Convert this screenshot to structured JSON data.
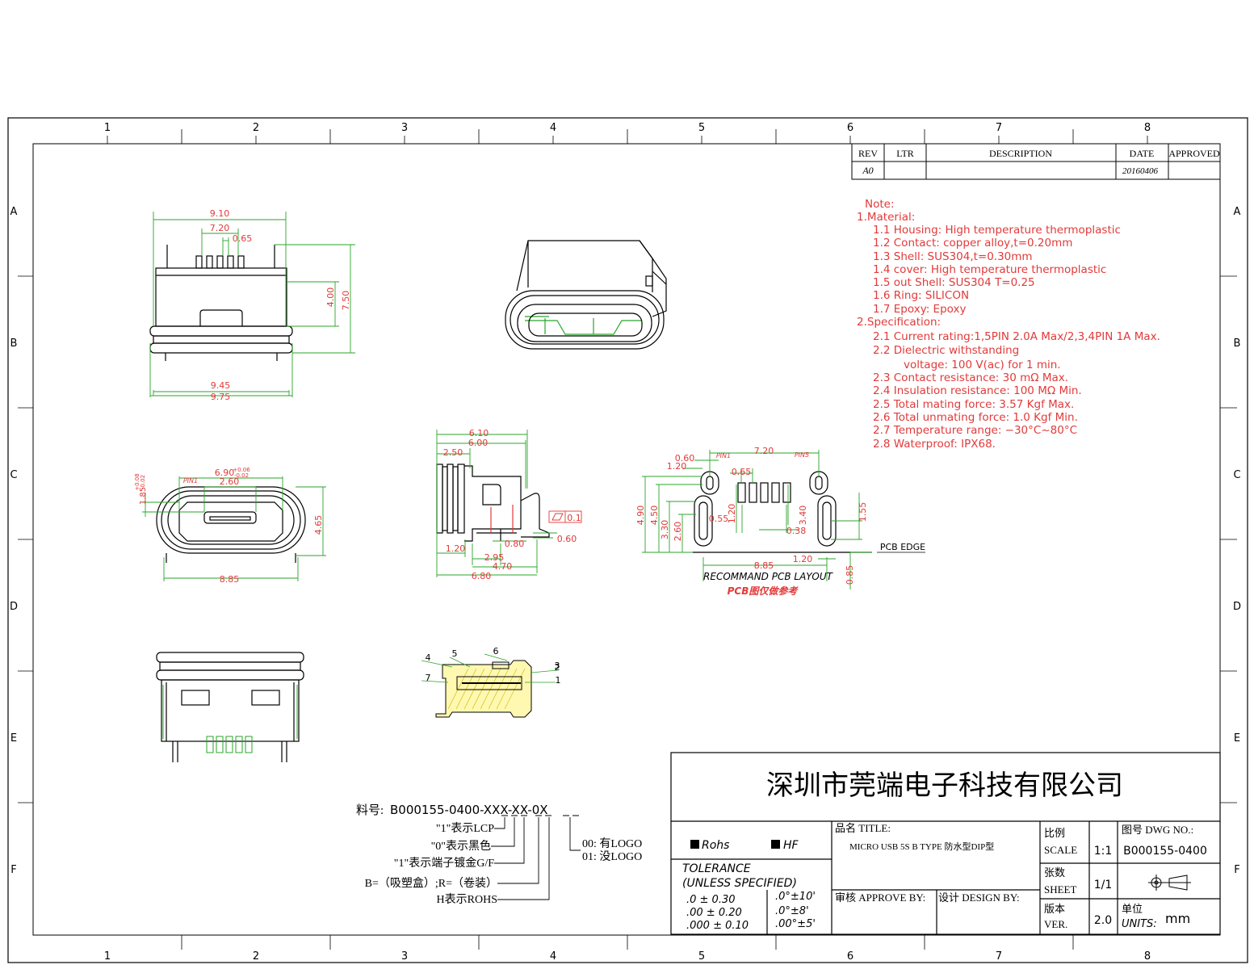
{
  "frame": {
    "cols": [
      "1",
      "2",
      "3",
      "4",
      "5",
      "6",
      "7",
      "8"
    ],
    "rows": [
      "A",
      "B",
      "C",
      "D",
      "E",
      "F"
    ]
  },
  "revision": {
    "headers": [
      "REV",
      "LTR",
      "DESCRIPTION",
      "DATE",
      "APPROVED"
    ],
    "row": [
      "A0",
      "",
      "",
      "20160406",
      ""
    ]
  },
  "notes": [
    "Note:",
    "1.Material:",
    "1.1  Housing:  High  temperature  thermoplastic",
    "1.2  Contact:  copper  alloy,t=0.20mm",
    "1.3  Shell:  SUS304,t=0.30mm",
    "1.4  cover:  High  temperature  thermoplastic",
    "1.5  out  Shell:  SUS304  T=0.25",
    "1.6  Ring:  SILICON",
    "1.7  Epoxy:  Epoxy",
    "2.Specification:",
    "2.1  Current  rating:1,5PIN  2.0A  Max/2,3,4PIN  1A  Max.",
    "2.2  Dielectric  withstanding",
    "voltage:  100  V(ac)  for  1  min.",
    "2.3  Contact  resistance:  30  mΩ  Max.",
    "2.4  Insulation  resistance:  100  MΩ  Min.",
    "2.5  Total  mating  force:  3.57  Kgf  Max.",
    "2.6  Total  unmating  force:  1.0  Kgf  Min.",
    "2.7  Temperature  range:  −30°C~80°C",
    "2.8  Waterproof:  IPX68."
  ],
  "dims": {
    "top": [
      "9.10",
      "7.20",
      "0.65",
      "4.00",
      "7.50",
      "9.45",
      "9.75"
    ],
    "front": [
      "PIN1",
      "6.90",
      "+0.06",
      "-0.02",
      "2.60",
      "1.85",
      "+0.08",
      "-0.02",
      "4.65",
      "8.85"
    ],
    "side": [
      "6.10",
      "6.00",
      "2.50",
      "0.1",
      "0.80",
      "0.60",
      "1.20",
      "2.95",
      "4.70",
      "6.80"
    ],
    "pcb": [
      "0.60",
      "1.20",
      "PIN1",
      "7.20",
      "PIN5",
      "0.65",
      "4.90",
      "4.50",
      "3.30",
      "2.60",
      "0.55",
      "1.20",
      "3.40",
      "0.38",
      "1.55",
      "8.85",
      "1.20",
      "0.85",
      "PCB EDGE",
      "RECOMMAND PCB LAYOUT",
      "PCB图仅做参考"
    ],
    "section": [
      "1",
      "2",
      "3",
      "4",
      "5",
      "6",
      "7"
    ]
  },
  "part": {
    "number_label": "料号:",
    "number": "B000155-0400-XXX-XX-0X",
    "lines": [
      "\"1\"表示LCP",
      "\"0\"表示黑色",
      "\"1\"表示端子镀金G/F",
      "B=（吸塑盒）;R=（卷装）",
      "H表示ROHS"
    ],
    "logo_opts": [
      "00: 有LOGO",
      "01: 没LOGO"
    ]
  },
  "titleblock": {
    "company": "深圳市莞端电子科技有限公司",
    "rohs": "Rohs",
    "hf": "HF",
    "title_label": "品名 TITLE:",
    "title_value": "MICRO USB 5S B TYPE 防水型DIP型",
    "tolerance": "TOLERANCE",
    "unless": "(UNLESS SPECIFIED)",
    "tol_lin": [
      ".0 ± 0.30",
      ".00 ± 0.20",
      ".000 ± 0.10"
    ],
    "tol_ang": [
      ".0°±10'",
      ".0°±8'",
      ".00°±5'"
    ],
    "approve": "审核 APPROVE BY:",
    "design": "设计 DESIGN BY:",
    "scale_cn": "比例",
    "scale": "SCALE",
    "scale_val": "1:1",
    "sheet_cn": "张数",
    "sheet": "SHEET",
    "sheet_val": "1/1",
    "ver_cn": "版本",
    "ver": "VER.",
    "ver_val": "2.0",
    "dwg_label": "图号 DWG NO.:",
    "dwg_no": "B000155-0400",
    "unit_cn": "单位",
    "units": "UNITS:",
    "unit_val": "mm"
  }
}
